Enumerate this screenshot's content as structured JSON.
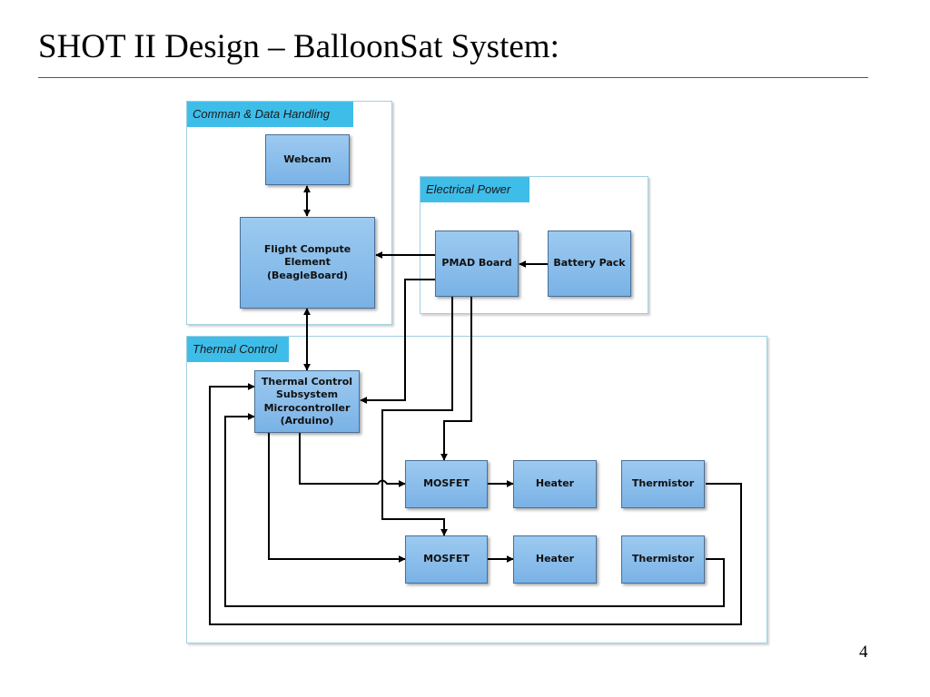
{
  "slide": {
    "title": "SHOT II Design – BalloonSat System:",
    "page_number": "4"
  },
  "colors": {
    "group_label_fill": "#3fbde9",
    "group_border": "#9fd0e2",
    "node_fill_top": "#9ccaf0",
    "node_fill_bottom": "#7ab2e6",
    "node_border": "#4a6f96",
    "wire": "#000000"
  },
  "groups": {
    "cdh": "Comman & Data Handling",
    "power": "Electrical Power",
    "thermal": "Thermal Control"
  },
  "nodes": {
    "webcam": "Webcam",
    "fce": "Flight Compute Element\n(BeagleBoard)",
    "pmad": "PMAD Board",
    "battery": "Battery Pack",
    "tcs": "Thermal Control\nSubsystem\nMicrocontroller\n(Arduino)",
    "mosfet1": "MOSFET",
    "heater1": "Heater",
    "thermistor1": "Thermistor",
    "mosfet2": "MOSFET",
    "heater2": "Heater",
    "thermistor2": "Thermistor"
  },
  "connections": [
    {
      "from": "webcam",
      "to": "fce",
      "direction": "bidirectional"
    },
    {
      "from": "pmad",
      "to": "fce",
      "direction": "one-way"
    },
    {
      "from": "battery",
      "to": "pmad",
      "direction": "one-way"
    },
    {
      "from": "fce",
      "to": "tcs",
      "direction": "bidirectional"
    },
    {
      "from": "pmad",
      "to": "tcs",
      "direction": "one-way"
    },
    {
      "from": "pmad",
      "to": "mosfet1",
      "direction": "one-way"
    },
    {
      "from": "pmad",
      "to": "mosfet2",
      "direction": "one-way"
    },
    {
      "from": "tcs",
      "to": "mosfet1",
      "direction": "one-way"
    },
    {
      "from": "tcs",
      "to": "mosfet2",
      "direction": "one-way"
    },
    {
      "from": "mosfet1",
      "to": "heater1",
      "direction": "one-way"
    },
    {
      "from": "mosfet2",
      "to": "heater2",
      "direction": "one-way"
    },
    {
      "from": "thermistor1",
      "to": "tcs",
      "direction": "one-way"
    },
    {
      "from": "thermistor2",
      "to": "tcs",
      "direction": "one-way"
    }
  ]
}
